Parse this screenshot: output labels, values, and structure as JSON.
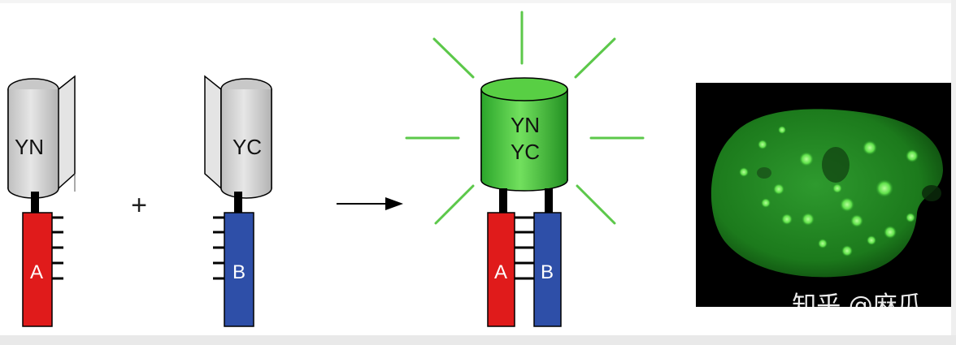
{
  "labels": {
    "yn": "YN",
    "yc": "YC",
    "a": "A",
    "b": "B",
    "plus": "+",
    "combined_yn": "YN",
    "combined_yc": "YC"
  },
  "watermark": "知乎 @麻瓜",
  "colors": {
    "cylinder_gray": "#d9d9d9",
    "cylinder_green": "#3fbf3f",
    "glow_green": "#5cc84a",
    "protein_a_red": "#e01b1b",
    "protein_b_blue": "#2e4fa8",
    "micrograph_bg": "#000000",
    "nucleus_green": "#1f8a1f"
  },
  "icons": {
    "arrow": "right-arrow-icon",
    "fluorescence": "fluorescence-rays-icon"
  }
}
